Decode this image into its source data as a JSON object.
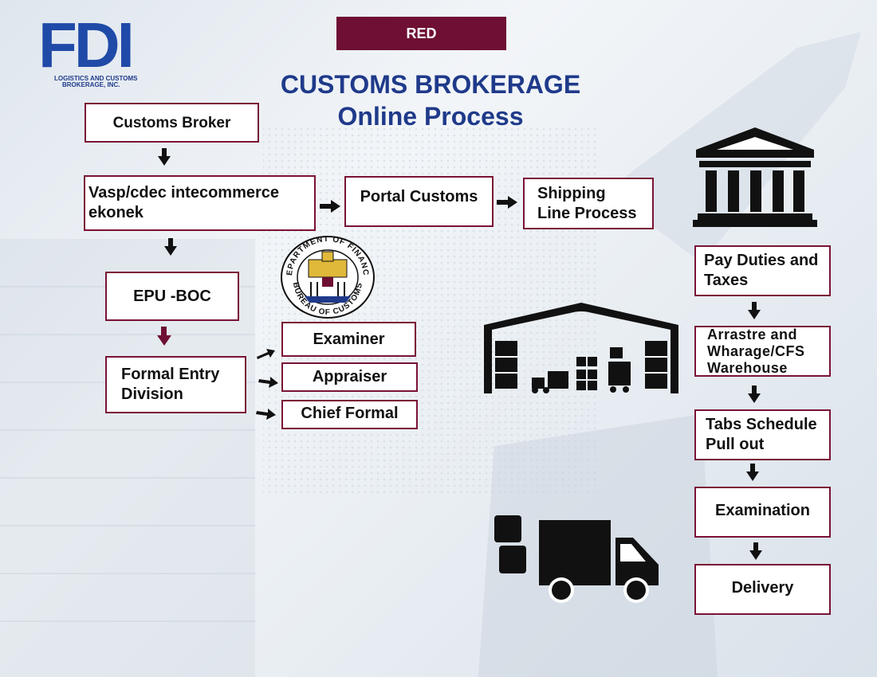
{
  "tag": "RED",
  "title": {
    "line1": "CUSTOMS BROKERAGE",
    "line2": "Online Process"
  },
  "logo": {
    "letters": "FDI",
    "line1": "LOGISTICS AND CUSTOMS",
    "line2": "BROKERAGE, INC."
  },
  "seal": {
    "top_text": "DEPARTMENT OF FINANCE",
    "bottom_text": "BUREAU OF CUSTOMS"
  },
  "flow_left": {
    "customs_broker": "Customs Broker",
    "vasp": [
      "Vasp/cdec intecommerce",
      "ekonek"
    ],
    "portal": "Portal Customs",
    "shipping": [
      "Shipping",
      "Line Process"
    ],
    "epu": "EPU -BOC",
    "formal": [
      "Formal Entry",
      "Division"
    ],
    "examiner": "Examiner",
    "appraiser": "Appraiser",
    "chief": "Chief Formal"
  },
  "flow_right": {
    "pay": [
      "Pay Duties and",
      "Taxes"
    ],
    "arrastre": [
      "Arrastre and",
      "Wharage/CFS",
      "Warehouse"
    ],
    "tabs": [
      "Tabs Schedule",
      "Pull out"
    ],
    "examination": "Examination",
    "delivery": "Delivery"
  },
  "icons": {
    "bank": "bank-building-icon",
    "warehouse": "warehouse-icon",
    "truck": "delivery-truck-icon"
  },
  "colors": {
    "accent": "#6e0f33",
    "title": "#1f3a8a",
    "border": "#7a1235"
  }
}
